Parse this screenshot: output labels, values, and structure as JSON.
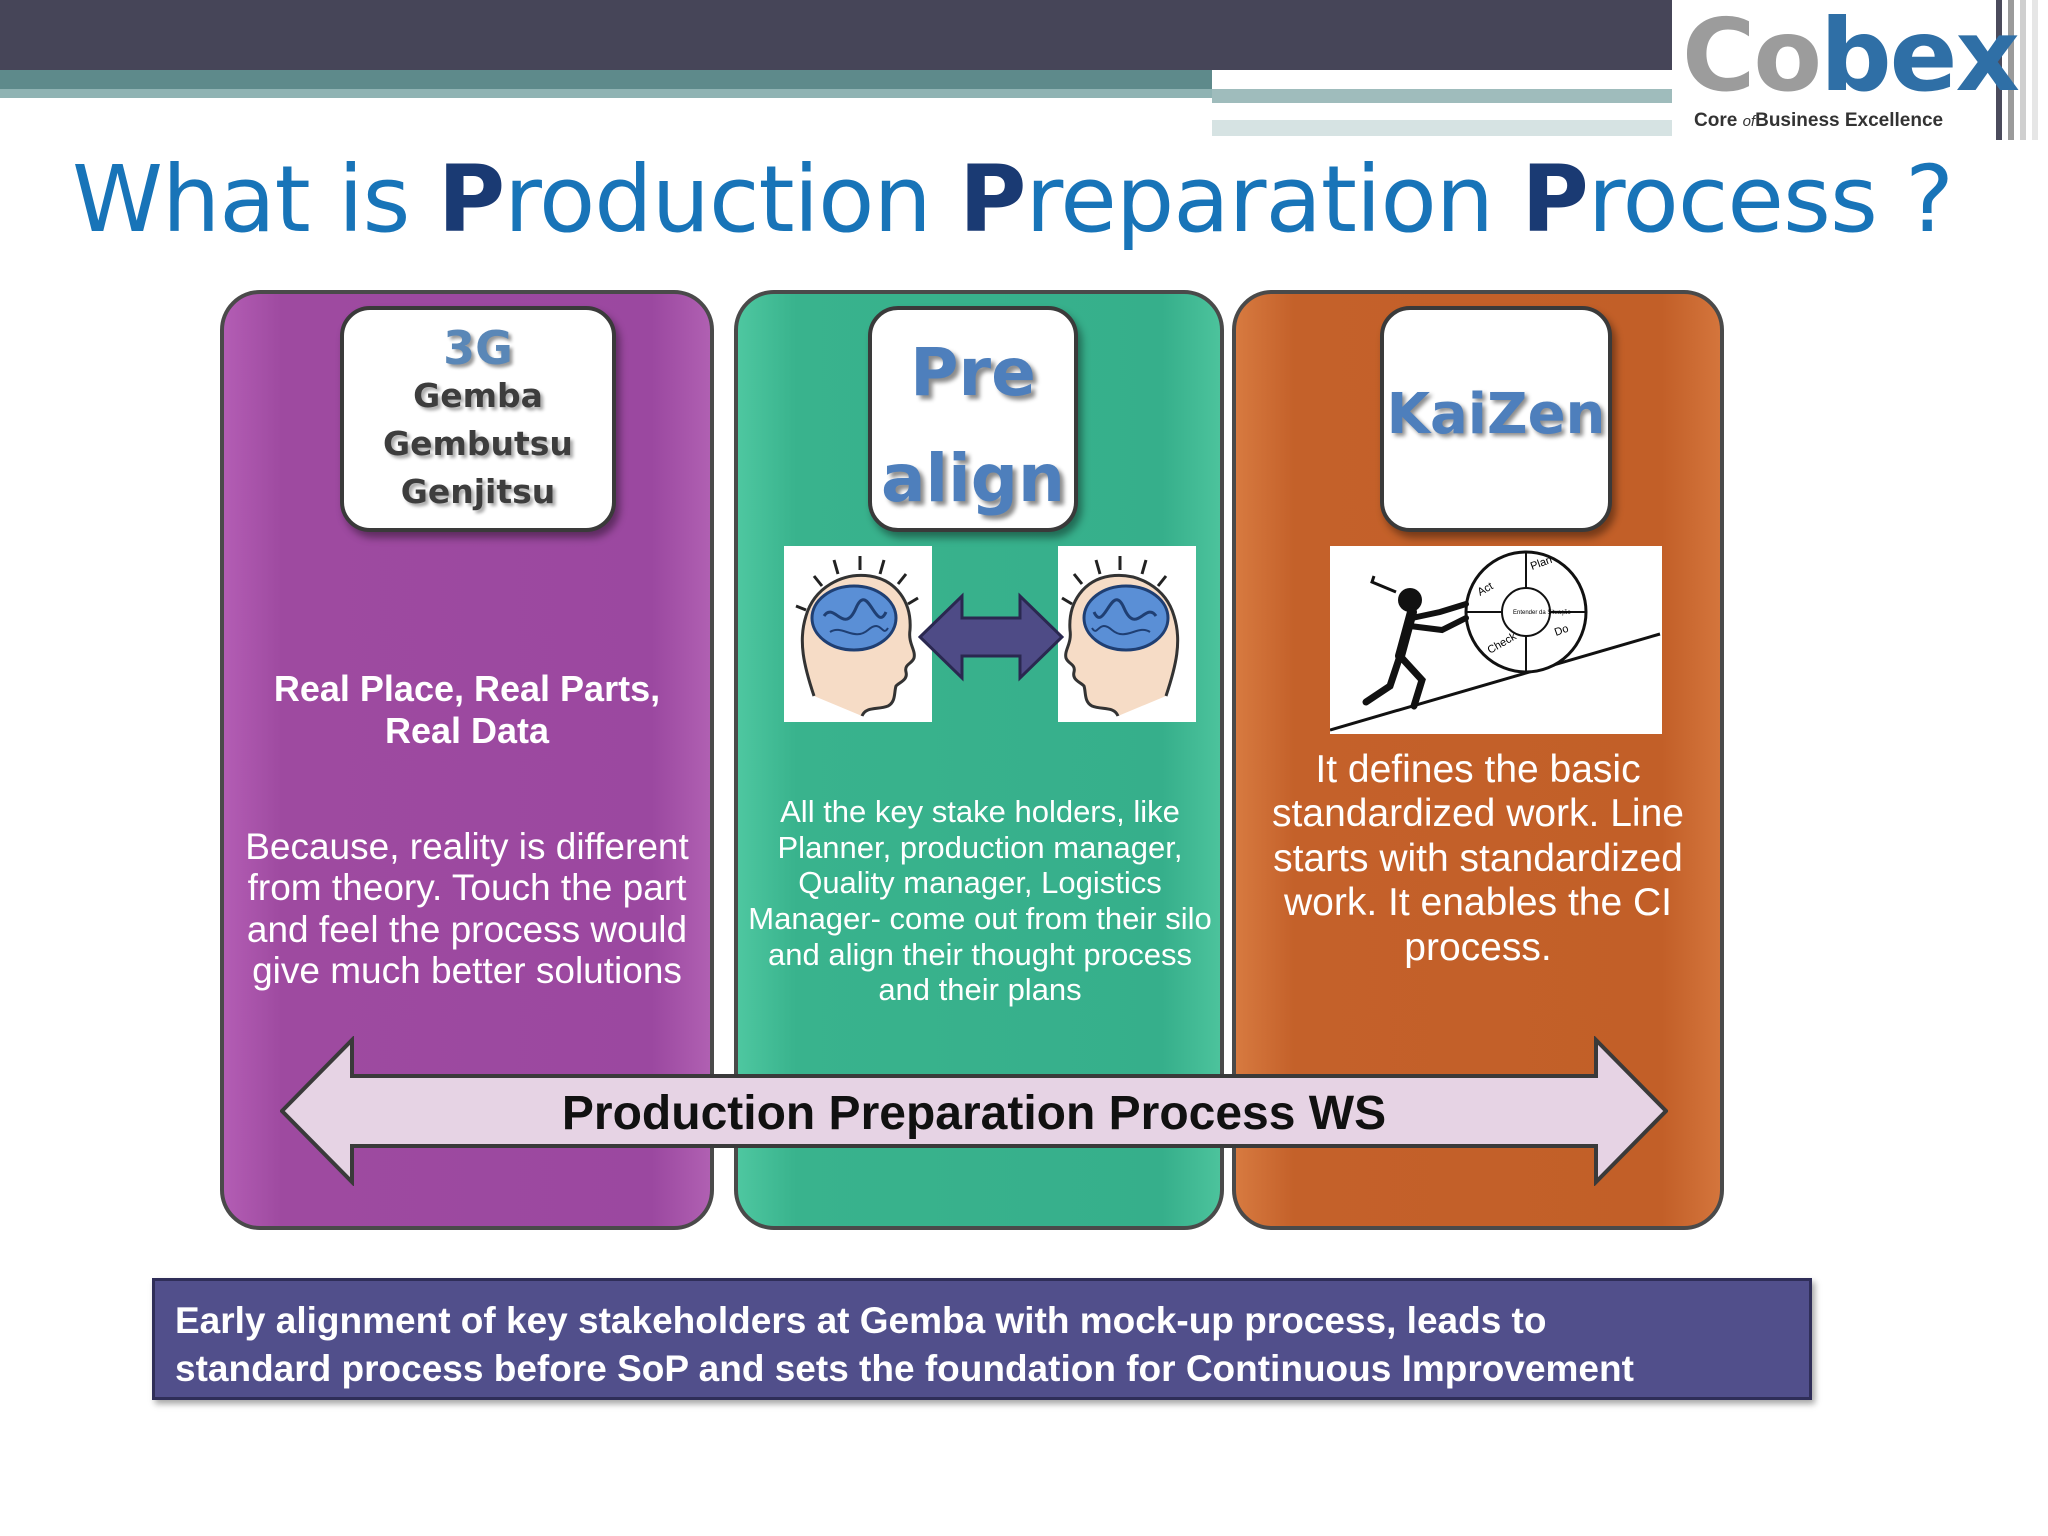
{
  "logo": {
    "word_part1": "Co",
    "word_part2": "bex",
    "tagline_core": "Core",
    "tagline_of": "of",
    "tagline_rest": "Business Excellence"
  },
  "title": {
    "seg1": "What is ",
    "p1": "P",
    "seg2": "roduction ",
    "p2": "P",
    "seg3": "reparation ",
    "p3": "P",
    "seg4": "rocess ?"
  },
  "columns": {
    "gemba": {
      "box_line1": "3G",
      "box_line2": "Gemba",
      "box_line3": "Gembutsu",
      "box_line4": "Genjitsu",
      "heading_line1": "Real Place, Real Parts,",
      "heading_line2": "Real Data",
      "body": "Because, reality is different from theory. Touch the part and feel the process would give much better solutions"
    },
    "prealign": {
      "box_line1": "Pre",
      "box_line2": "align",
      "body": "All the key stake holders, like Planner, production manager, Quality manager, Logistics Manager- come out from their silo and align their thought process and their plans"
    },
    "kaizen": {
      "box_label": "KaiZen",
      "body": "It defines the basic standardized work. Line starts with standardized work. It enables the CI process."
    }
  },
  "pdca_labels": {
    "act": "Act",
    "plan": "Plan",
    "check": "Check",
    "do": "Do",
    "center": "Entender da Situação"
  },
  "process_arrow": {
    "label": "Production Preparation Process WS"
  },
  "summary": {
    "line1": "Early alignment of key stakeholders at Gemba with mock-up process, leads to",
    "line2": "standard process before SoP and sets the foundation for Continuous Improvement"
  },
  "colors": {
    "title_blue": "#1874b8",
    "title_accent": "#1a3a73",
    "purple": "#9b48a0",
    "green": "#36af8b",
    "orange": "#c25f28",
    "summary_bg": "#514f8b",
    "arrow_fill": "#e6d3e4"
  },
  "icons": [
    "brain-head-icon",
    "double-arrow-icon",
    "pdca-wheel-icon"
  ]
}
